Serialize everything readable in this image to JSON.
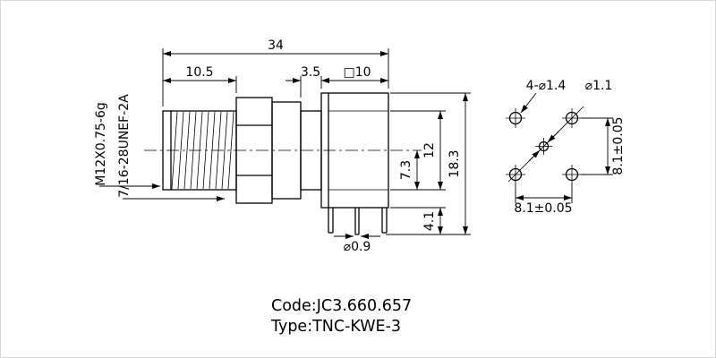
{
  "colors": {
    "line": "#000000",
    "background": "#ffffff"
  },
  "side_view": {
    "thread_labels": {
      "mating": "M12X0.75-6g",
      "coupling": "7/16-28UNEF-2A"
    },
    "dims": {
      "overall_length": "34",
      "thread_length": "10.5",
      "washer_gap": "3.5",
      "flange_square": "□10",
      "center_to_step": "7.3",
      "body_height": "12",
      "overall_height": "18.3",
      "leg_length": "4.1",
      "center_pin_dia": "⌀0.9"
    }
  },
  "footprint": {
    "corner_holes": "4-⌀1.4",
    "center_hole": "⌀1.1",
    "pitch_vertical": "8.1±0.05",
    "pitch_horizontal": "8.1±0.05"
  },
  "title": {
    "code": "Code:JC3.660.657",
    "type": "Type:TNC-KWE-3"
  }
}
